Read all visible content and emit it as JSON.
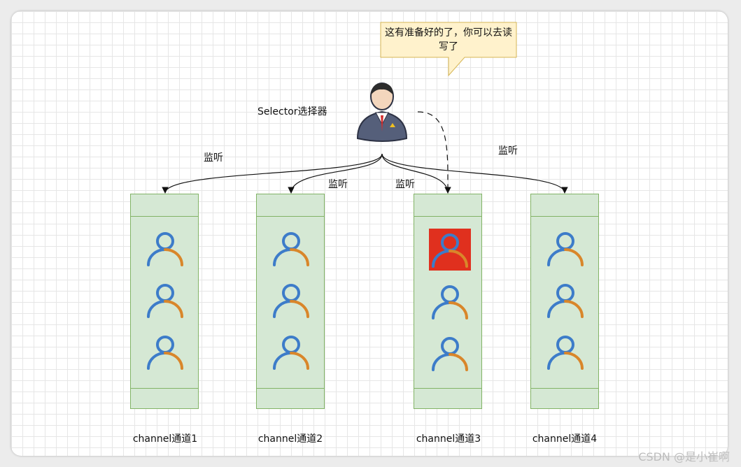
{
  "callout_text": "这有准备好的了，你可以去读写了",
  "selector_label": "Selector选择器",
  "listen_labels": [
    "监听",
    "监听",
    "监听",
    "监听"
  ],
  "channels": [
    {
      "label": "channel通道1",
      "users": 3,
      "ready_user": null
    },
    {
      "label": "channel通道2",
      "users": 3,
      "ready_user": null
    },
    {
      "label": "channel通道3",
      "users": 3,
      "ready_user": 0
    },
    {
      "label": "channel通道4",
      "users": 3,
      "ready_user": null
    }
  ],
  "watermark": "CSDN @是小崔啊",
  "colors": {
    "channel_fill": "#d5e8d4",
    "channel_border": "#82b366",
    "callout_fill": "#fff2cc",
    "callout_border": "#d6b656",
    "highlight": "#e0301e",
    "user_blue": "#3d7cc9",
    "user_orange": "#d9862a"
  },
  "icons": [
    "person-icon",
    "user-icon"
  ]
}
